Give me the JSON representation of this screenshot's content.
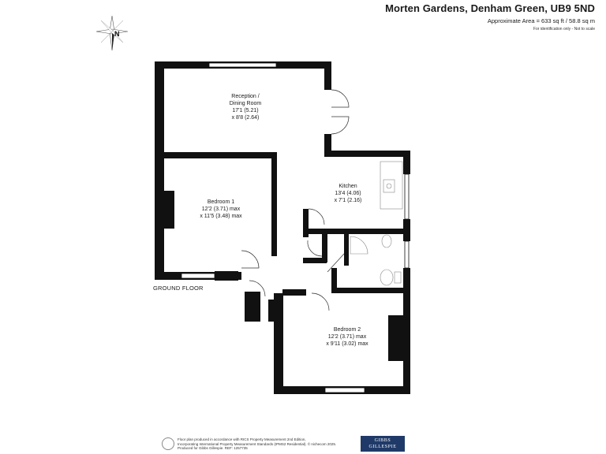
{
  "header": {
    "title": "Morten Gardens, Denham Green, UB9 5ND",
    "area": "Approximate Area = 633 sq ft / 58.8 sq m",
    "note": "For identification only - Not to scale"
  },
  "compass": {
    "label": "N",
    "icon": "north-compass-icon"
  },
  "floor_label": "GROUND FLOOR",
  "rooms": [
    {
      "name_line1": "Reception /",
      "name_line2": "Dining Room",
      "dim1": "17'1 (5.21)",
      "dim2": "x 8'8 (2.64)"
    },
    {
      "name_line1": "Kitchen",
      "dim1": "13'4 (4.06)",
      "dim2": "x 7'1 (2.16)"
    },
    {
      "name_line1": "Bedroom 1",
      "dim1": "12'2 (3.71) max",
      "dim2": "x 11'5 (3.48) max"
    },
    {
      "name_line1": "Bedroom 2",
      "dim1": "12'2 (3.71) max",
      "dim2": "x 9'11 (3.02) max"
    }
  ],
  "footer": {
    "line1": "Floor plan produced in accordance with RICS Property Measurement 2nd Edition,",
    "line2": "Incorporating International Property Measurement Standards (IPMS2 Residential). © nichecom 2025.",
    "line3": "Produced for Gibbs Gillespie.   REF: 1257735",
    "brand_line1": "GIBBS",
    "brand_line2": "GILLESPIE"
  },
  "colors": {
    "wall": "#111111",
    "brand": "#1f3a68",
    "window": "#ffffff"
  }
}
